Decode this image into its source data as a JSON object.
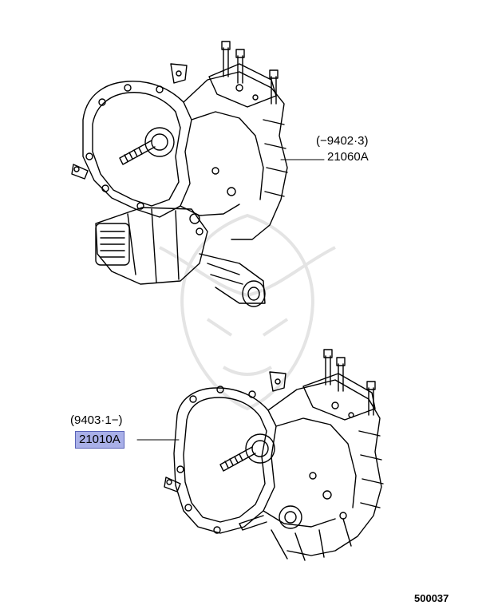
{
  "callouts": {
    "upper": {
      "date_range": "(−9402·3)",
      "part_number": "21060A"
    },
    "lower": {
      "date_range": "(9403·1−)",
      "part_number": "21010A"
    }
  },
  "diagram_code": "500037",
  "colors": {
    "highlight": "#a9b0e8",
    "highlight_border": "#5a63b8",
    "line": "#000000"
  }
}
